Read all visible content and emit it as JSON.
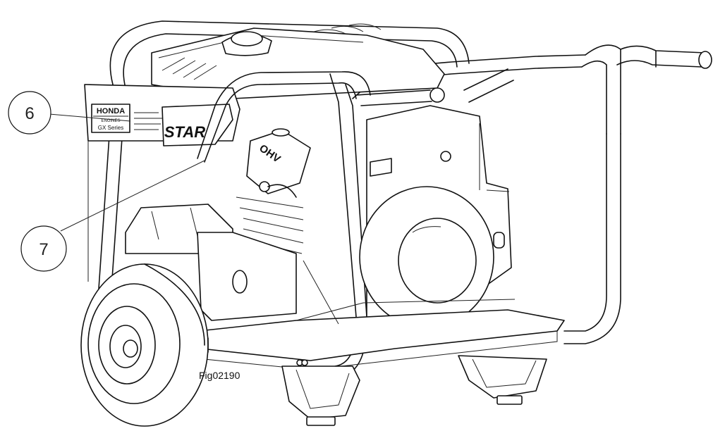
{
  "callouts": [
    {
      "number": "6",
      "target": "Honda engine label"
    },
    {
      "number": "7",
      "target": "Star label"
    }
  ],
  "engine_label": {
    "brand": "HONDA",
    "line": "ENGINES",
    "series": "GX Series"
  },
  "decal_star": "STAR",
  "decal_ohv": "OHV",
  "figure_id": "Fig02190"
}
